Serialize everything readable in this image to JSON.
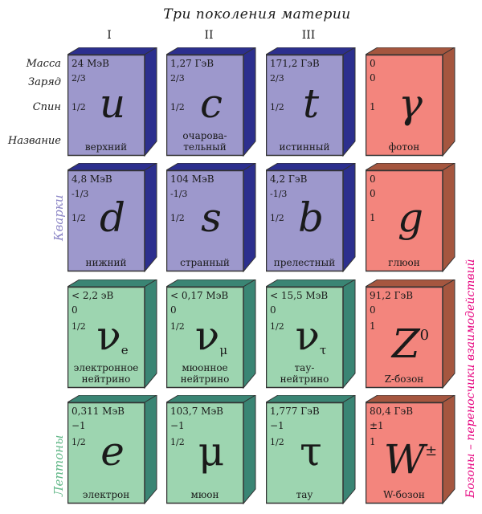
{
  "title": "Три поколения материи",
  "generations": [
    "I",
    "II",
    "III"
  ],
  "row_labels": {
    "mass": "Масса",
    "charge": "Заряд",
    "spin": "Спин",
    "name": "Название"
  },
  "group_labels": {
    "quarks": "Кварки",
    "leptons": "Лептоны",
    "bosons": "Бозоны – переносчики взаимодействий"
  },
  "colors": {
    "quark_front": "#9d98cc",
    "quark_side": "#2c2f8e",
    "lepton_front": "#9dd5b0",
    "lepton_side": "#3a8574",
    "boson_front": "#f3857d",
    "boson_side": "#a5563f",
    "quarks_label": "#8c86c6",
    "leptons_label": "#63b889",
    "bosons_label": "#e6007e"
  },
  "rows": [
    [
      {
        "kind": "quark",
        "mass": "24 МэВ",
        "charge": "2/3",
        "spin": "1/2",
        "symbol": "u",
        "sub": "",
        "sup": "",
        "name": [
          "верхний"
        ]
      },
      {
        "kind": "quark",
        "mass": "1,27 ГэВ",
        "charge": "2/3",
        "spin": "1/2",
        "symbol": "c",
        "sub": "",
        "sup": "",
        "name": [
          "очарова-",
          "тельный"
        ]
      },
      {
        "kind": "quark",
        "mass": "171,2 ГэВ",
        "charge": "2/3",
        "spin": "1/2",
        "symbol": "t",
        "sub": "",
        "sup": "",
        "name": [
          "истинный"
        ]
      },
      {
        "kind": "boson",
        "mass": "0",
        "charge": "0",
        "spin": "1",
        "symbol": "γ",
        "sub": "",
        "sup": "",
        "name": [
          "фотон"
        ]
      }
    ],
    [
      {
        "kind": "quark",
        "mass": "4,8 МэВ",
        "charge": "-1/3",
        "spin": "1/2",
        "symbol": "d",
        "sub": "",
        "sup": "",
        "name": [
          "нижний"
        ]
      },
      {
        "kind": "quark",
        "mass": "104 МэВ",
        "charge": "-1/3",
        "spin": "1/2",
        "symbol": "s",
        "sub": "",
        "sup": "",
        "name": [
          "странный"
        ]
      },
      {
        "kind": "quark",
        "mass": "4,2 ГэВ",
        "charge": "-1/3",
        "spin": "1/2",
        "symbol": "b",
        "sub": "",
        "sup": "",
        "name": [
          "прелестный"
        ]
      },
      {
        "kind": "boson",
        "mass": "0",
        "charge": "0",
        "spin": "1",
        "symbol": "g",
        "sub": "",
        "sup": "",
        "name": [
          "глюон"
        ]
      }
    ],
    [
      {
        "kind": "lepton",
        "mass": "< 2,2 эВ",
        "charge": "0",
        "spin": "1/2",
        "symbol": "ν",
        "sub": "e",
        "sup": "",
        "name": [
          "электронное",
          "нейтрино"
        ]
      },
      {
        "kind": "lepton",
        "mass": "< 0,17 МэВ",
        "charge": "0",
        "spin": "1/2",
        "symbol": "ν",
        "sub": "μ",
        "sup": "",
        "name": [
          "мюонное",
          "нейтрино"
        ]
      },
      {
        "kind": "lepton",
        "mass": "< 15,5 МэВ",
        "charge": "0",
        "spin": "1/2",
        "symbol": "ν",
        "sub": "τ",
        "sup": "",
        "name": [
          "тау-",
          "нейтрино"
        ]
      },
      {
        "kind": "boson",
        "mass": "91,2 ГэВ",
        "charge": "0",
        "spin": "1",
        "symbol": "Z",
        "sub": "",
        "sup": "0",
        "name": [
          "Z-бозон"
        ]
      }
    ],
    [
      {
        "kind": "lepton",
        "mass": "0,311 МэВ",
        "charge": "−1",
        "spin": "1/2",
        "symbol": "e",
        "sub": "",
        "sup": "",
        "name": [
          "электрон"
        ]
      },
      {
        "kind": "lepton",
        "mass": "103,7 МэВ",
        "charge": "−1",
        "spin": "1/2",
        "symbol": "μ",
        "sub": "",
        "sup": "",
        "name": [
          "мюон"
        ]
      },
      {
        "kind": "lepton",
        "mass": "1,777 ГэВ",
        "charge": "−1",
        "spin": "1/2",
        "symbol": "τ",
        "sub": "",
        "sup": "",
        "name": [
          "тау"
        ]
      },
      {
        "kind": "boson",
        "mass": "80,4 ГэВ",
        "charge": "±1",
        "spin": "1",
        "symbol": "W",
        "sub": "",
        "sup": "±",
        "name": [
          "W-бозон"
        ]
      }
    ]
  ]
}
